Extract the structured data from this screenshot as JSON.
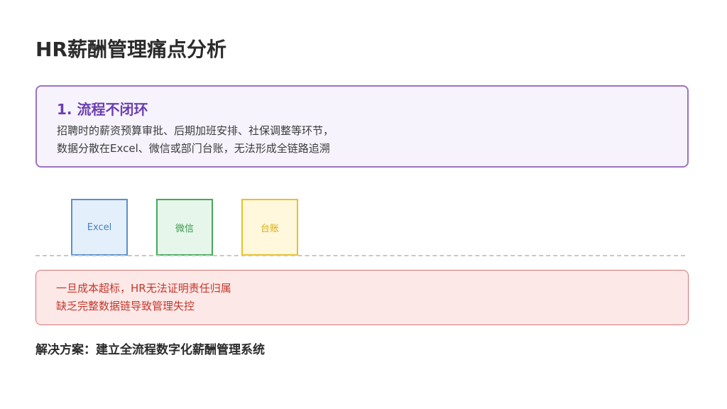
{
  "title": "HR薪酬管理痛点分析",
  "issue": {
    "heading": "1. 流程不闭环",
    "lines": [
      "招聘时的薪资预算审批、后期加班安排、社保调整等环节，",
      "数据分散在Excel、微信或部门台账，无法形成全链路追溯"
    ]
  },
  "sources": [
    {
      "label": "Excel",
      "color": "#5b8fcf"
    },
    {
      "label": "微信",
      "color": "#44aa5a"
    },
    {
      "label": "台账",
      "color": "#e8c12a"
    }
  ],
  "risk": {
    "lines": [
      "一旦成本超标，HR无法证明责任归属",
      "缺乏完整数据链导致管理失控"
    ]
  },
  "solution": "解决方案：建立全流程数字化薪酬管理系统"
}
